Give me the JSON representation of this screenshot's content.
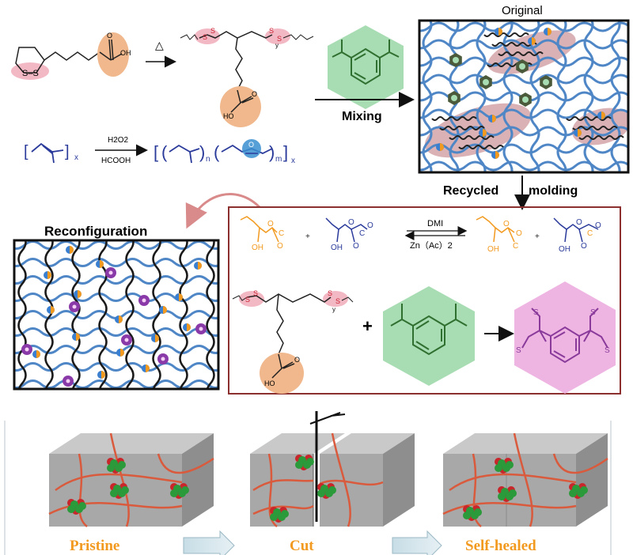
{
  "panels": {
    "original_title": "Original",
    "reconfiguration_title": "Reconfiguration",
    "mixing_label": "Mixing",
    "recycled_label": "Recycled",
    "molding_label": "molding"
  },
  "reaction_top": {
    "arrow_symbol": "△",
    "ss_left": "S–S",
    "oh_label": "OH",
    "o_label": "O",
    "s_atoms": [
      "S",
      "S",
      "S",
      "S"
    ],
    "y_label": "y",
    "ho_label": "HO",
    "o2_label": "O"
  },
  "reaction_epoxy": {
    "reagent_top": "H2O2",
    "reagent_bottom": "HCOOH",
    "x_left": "x",
    "n_label": "n",
    "m_label": "m",
    "x_right": "x",
    "o_label": "O"
  },
  "transesterification": {
    "catalyst_top": "DMI",
    "catalyst_bottom": "Zn（Ac）2",
    "plus_1": "+",
    "plus_2": "+",
    "labels": [
      "O",
      "C",
      "O",
      "OH",
      "O",
      "O",
      "C",
      "OH",
      "O",
      "O",
      "C",
      "O",
      "OH",
      "O",
      "O",
      "C",
      "OH",
      "O"
    ]
  },
  "thiol_ene": {
    "plus": "+",
    "s_atoms": [
      "S",
      "S",
      "S",
      "S"
    ],
    "y_label": "y",
    "ho_label": "HO",
    "o_label": "O",
    "product_s": [
      "S",
      "S",
      "S",
      "S"
    ]
  },
  "self_healing": {
    "pristine": "Pristine",
    "cut": "Cut",
    "self_healed": "Self-healed"
  },
  "colors": {
    "network_blue": "#4f86c6",
    "chain_black": "#1a1a1a",
    "benzene_green": "#a8dcb3",
    "product_pink": "#eeb5e3",
    "acid_orange": "#f0b88c",
    "disulfide_pink": "#f2b8c4",
    "label_gold": "#f29a1f",
    "box_red": "#8b2f2f",
    "cube_gray": "#a8a8a8",
    "fiber_red": "#d95a3c"
  }
}
